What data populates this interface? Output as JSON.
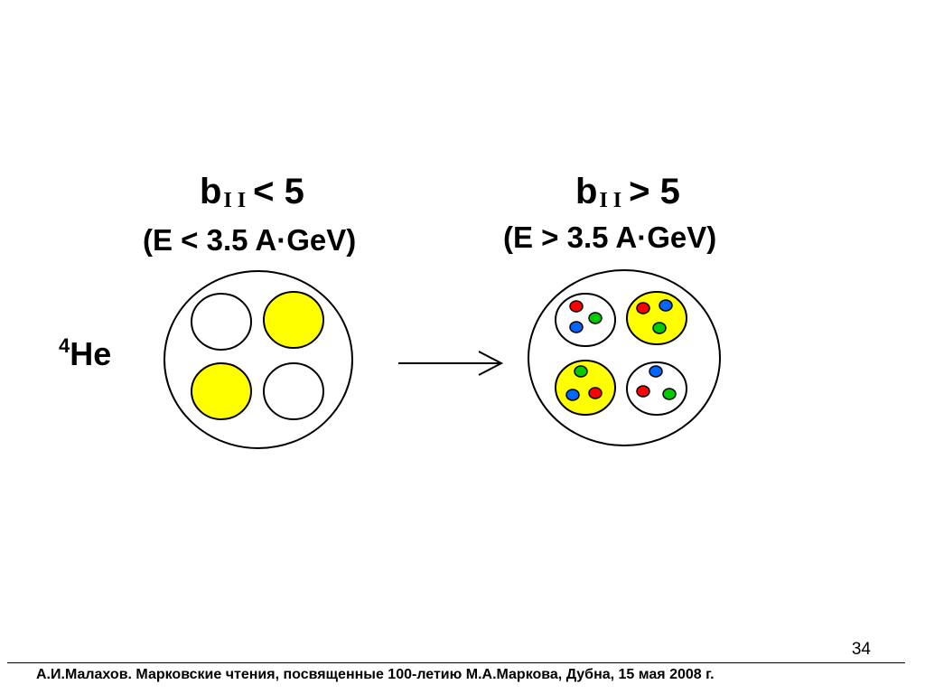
{
  "left_panel": {
    "title_var": "b",
    "title_sub": "I I",
    "title_rel": "< 5",
    "energy": "(E < 3.5 A·GeV)"
  },
  "right_panel": {
    "title_var": "b",
    "title_sub": "I I",
    "title_rel": "> 5",
    "energy": "(E > 3.5 A·GeV)"
  },
  "nucleus_label": {
    "mass_number": "4",
    "element": "He"
  },
  "colors": {
    "yellow": "#ffff00",
    "red": "#ff0000",
    "green": "#00cc00",
    "blue": "#0066ff"
  },
  "footer": {
    "page_number": "34",
    "citation": "А.И.Малахов. Марковские чтения, посвященные 100-летию М.А.Маркова, Дубна, 15 мая 2008 г."
  }
}
